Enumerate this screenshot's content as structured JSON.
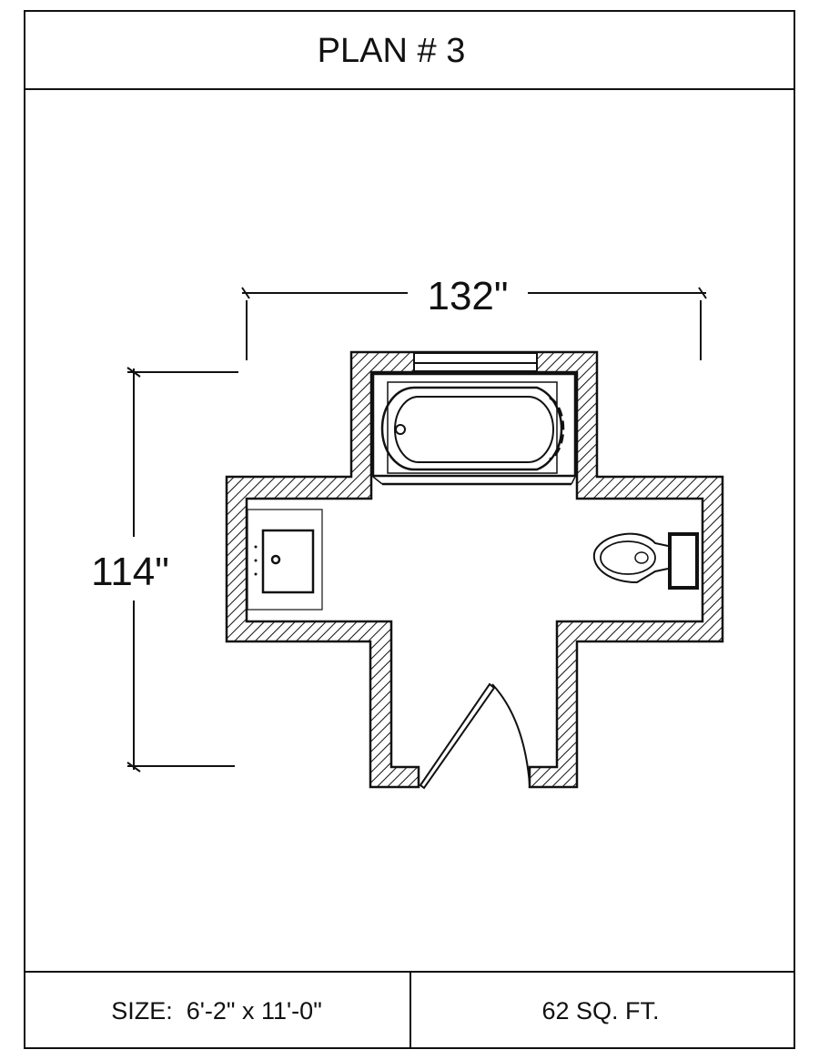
{
  "title": "PLAN # 3",
  "dimensions": {
    "width_label": "132\"",
    "height_label": "114\""
  },
  "footer": {
    "size": "SIZE:  6'-2\" x 11'-0\"",
    "area": "62 SQ. FT."
  },
  "colors": {
    "ink": "#111111",
    "background": "#ffffff"
  },
  "fixtures": [
    "bathtub",
    "sink-vanity",
    "toilet",
    "door",
    "window"
  ]
}
